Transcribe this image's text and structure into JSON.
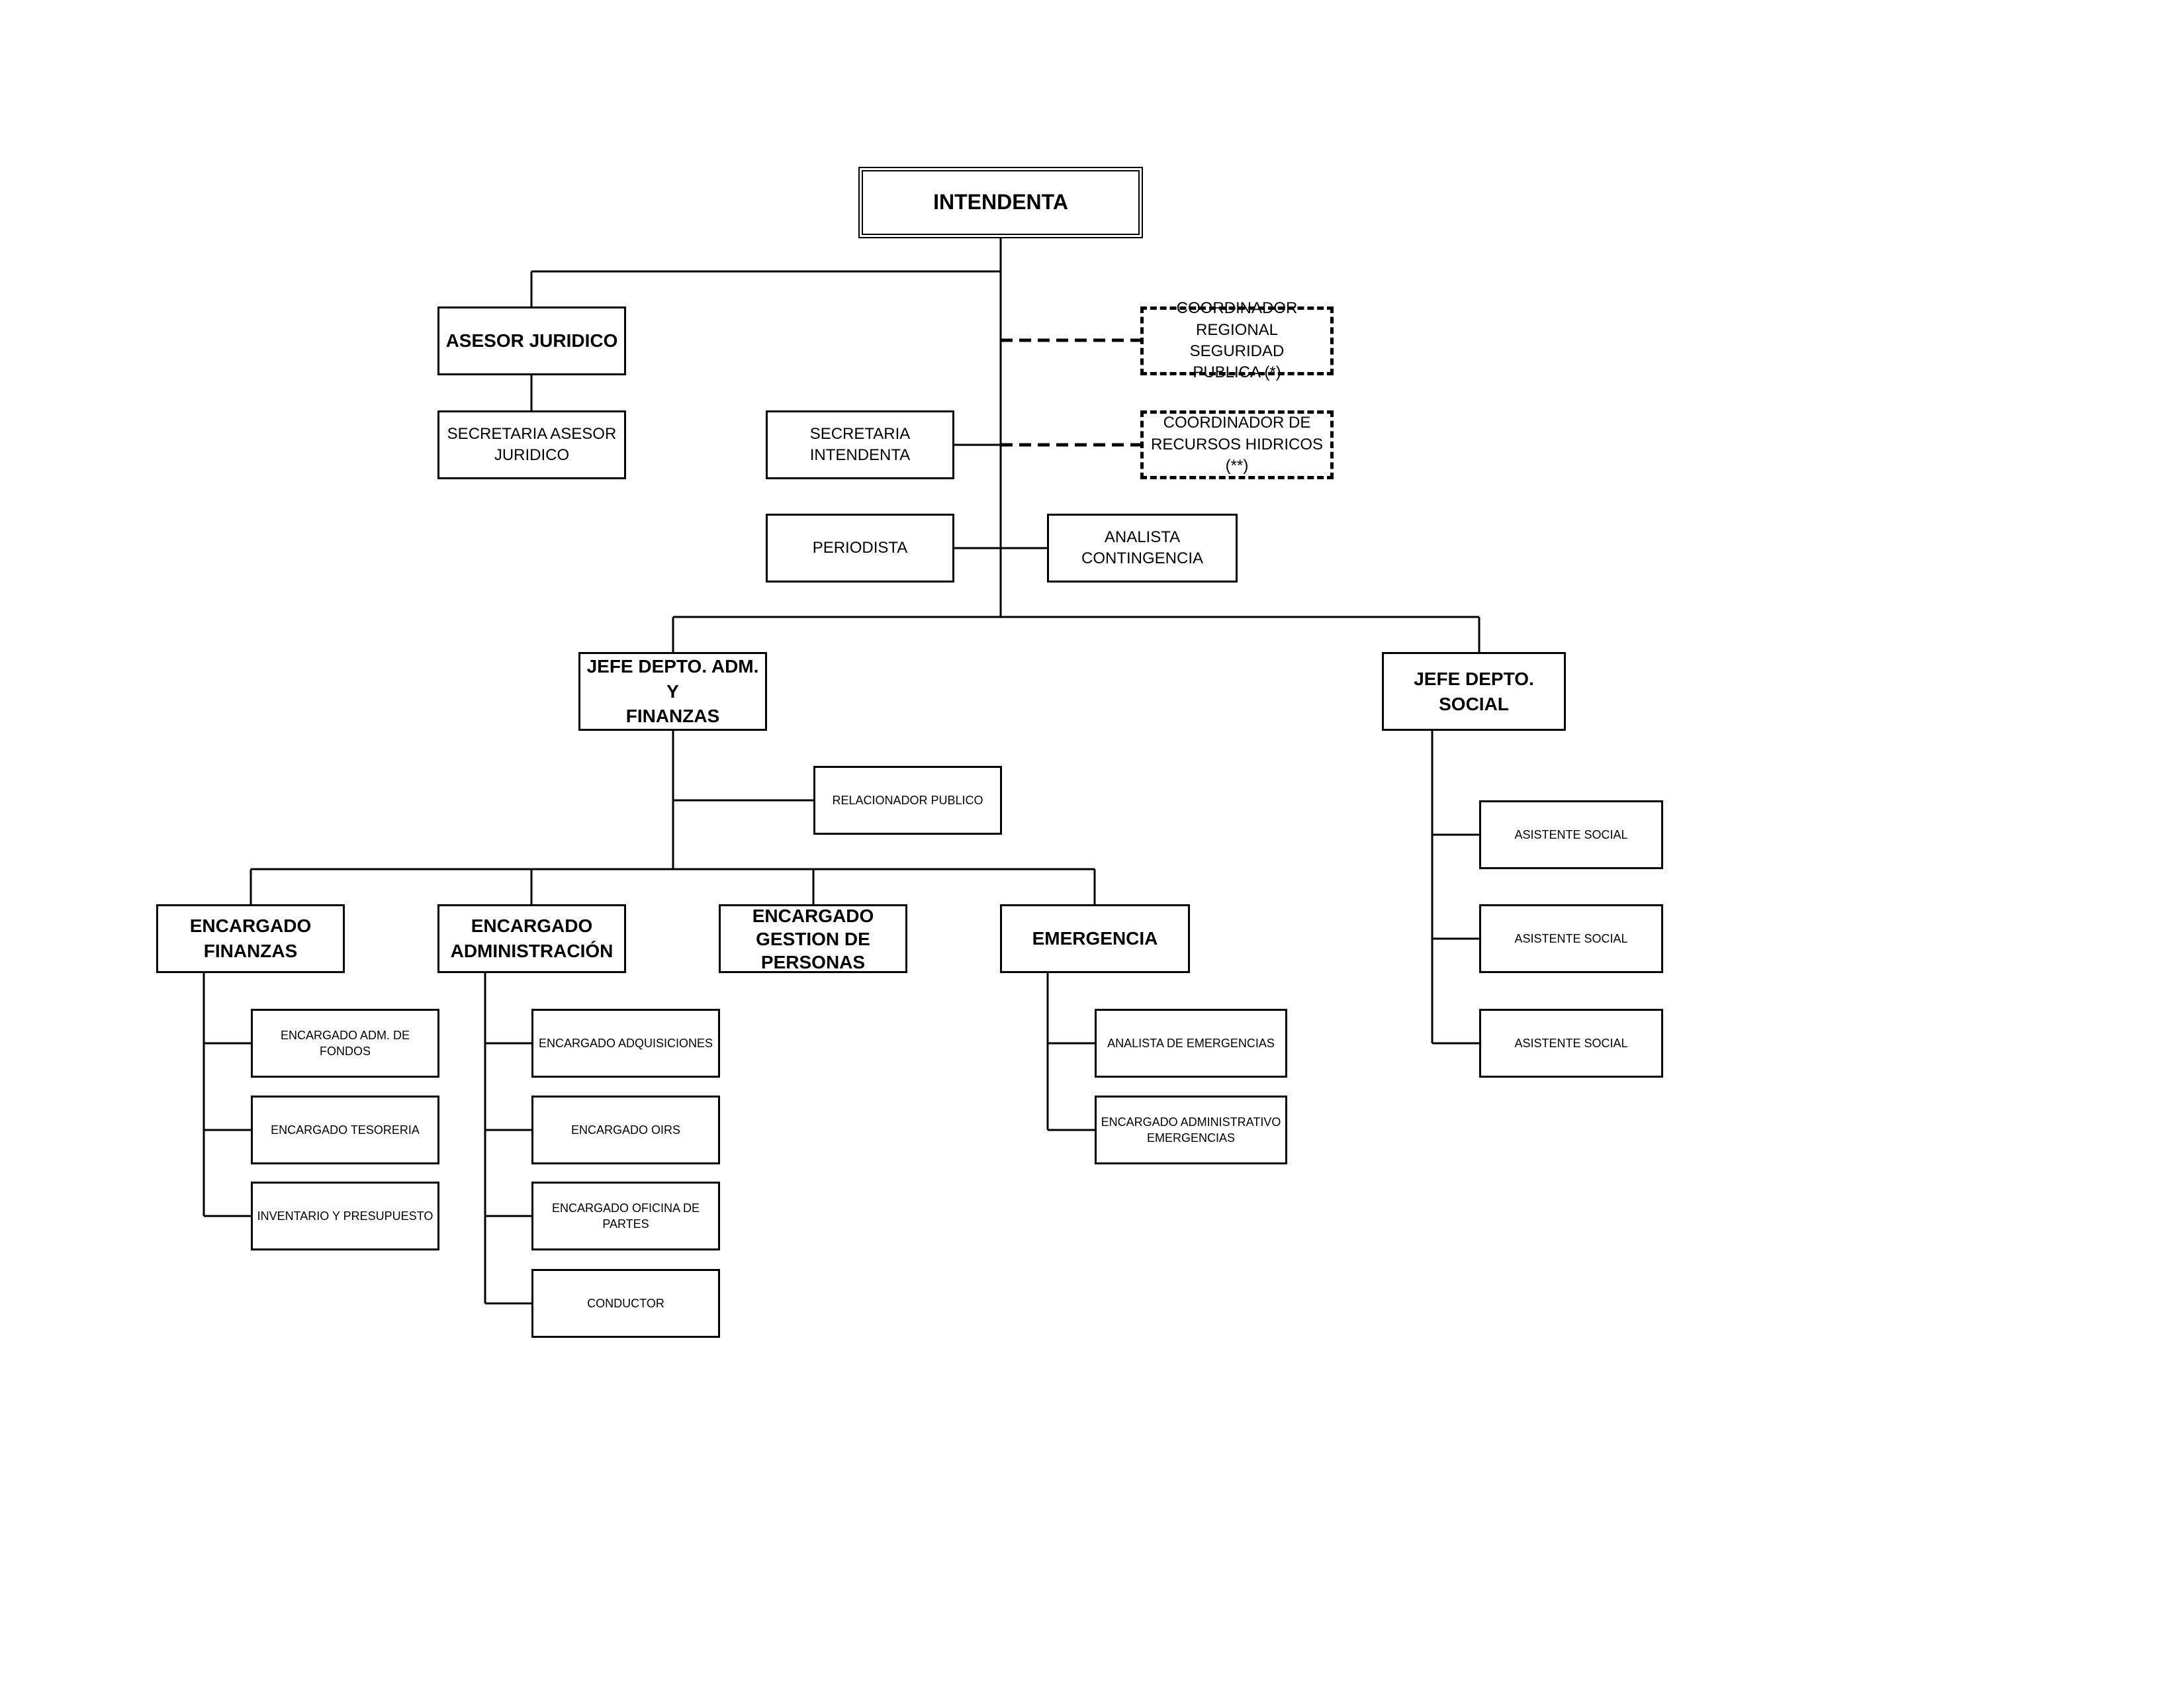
{
  "org_chart": {
    "intendenta": "INTENDENTA",
    "asesor_juridico": "ASESOR JURIDICO",
    "secretaria_asesor_juridico": "SECRETARIA ASESOR\nJURIDICO",
    "coordinador_seguridad_publica": "COORDINADOR\nREGIONAL SEGURIDAD\nPUBLICA (*)",
    "coordinador_recursos_hidricos": "COORDINADOR DE\nRECURSOS HIDRICOS (**)",
    "secretaria_intendenta": "SECRETARIA\nINTENDENTA",
    "periodista": "PERIODISTA",
    "analista_contingencia": "ANALISTA\nCONTINGENCIA",
    "jefe_adm_finanzas": "JEFE DEPTO. ADM. Y\nFINANZAS",
    "jefe_social": "JEFE DEPTO. SOCIAL",
    "relacionador_publico": "RELACIONADOR PUBLICO",
    "encargado_finanzas": "ENCARGADO\nFINANZAS",
    "encargado_administracion": "ENCARGADO\nADMINISTRACIÓN",
    "encargado_gestion_personas": "ENCARGADO\nGESTION DE\nPERSONAS",
    "emergencia": "EMERGENCIA",
    "encargado_adm_fondos": "ENCARGADO ADM. DE\nFONDOS",
    "encargado_tesoreria": "ENCARGADO TESORERIA",
    "inventario_presupuesto": "INVENTARIO Y PRESUPUESTO",
    "encargado_adquisiciones": "ENCARGADO ADQUISICIONES",
    "encargado_oirs": "ENCARGADO OIRS",
    "encargado_oficina_partes": "ENCARGADO OFICINA DE\nPARTES",
    "conductor": "CONDUCTOR",
    "analista_emergencias": "ANALISTA DE EMERGENCIAS",
    "encargado_adm_emergencias": "ENCARGADO ADMINISTRATIVO\nEMERGENCIAS",
    "asistente_social_1": "ASISTENTE SOCIAL",
    "asistente_social_2": "ASISTENTE SOCIAL",
    "asistente_social_3": "ASISTENTE SOCIAL"
  }
}
